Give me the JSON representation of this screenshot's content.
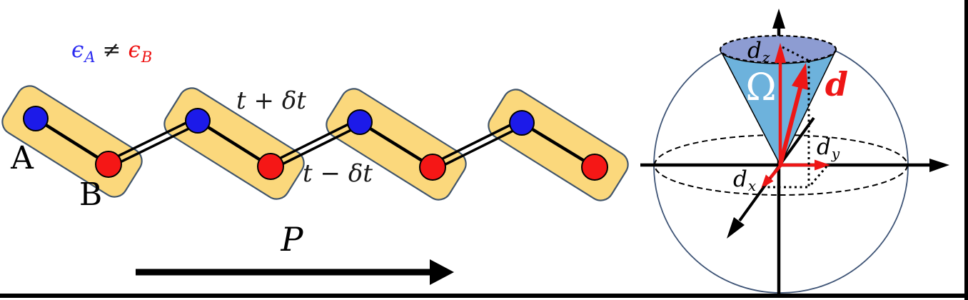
{
  "panel_left": {
    "onsite_energy": {
      "eps_a_base": "ϵ",
      "eps_a_sub": "A",
      "neq_sign": "≠",
      "eps_b_base": "ϵ",
      "eps_b_sub": "B"
    },
    "site_a_label": "A",
    "site_b_label": "B",
    "bond_strong_label": "t + δt",
    "bond_weak_label": "t − δt",
    "polarization_label": "P"
  },
  "panel_right": {
    "solid_angle_label": "Ω",
    "d_vector_label": "d",
    "dx_base": "d",
    "dx_sub": "x",
    "dy_base": "d",
    "dy_sub": "y",
    "dz_base": "d",
    "dz_sub": "z"
  },
  "colors": {
    "site_a_fill": "#1c1ae9",
    "site_b_fill": "#f51716",
    "cell_fill": "#fbd87c",
    "cell_stroke": "#42566c",
    "eps_a_color": "#2a2af0",
    "eps_b_color": "#ee1111",
    "ink": "#000000",
    "cone_side_fill": "#6db2dc",
    "cone_top_fill": "#8d9cd2",
    "sphere_stroke": "#3e5476",
    "vector_red": "#ee1616",
    "omega_color": "#ffffff"
  }
}
